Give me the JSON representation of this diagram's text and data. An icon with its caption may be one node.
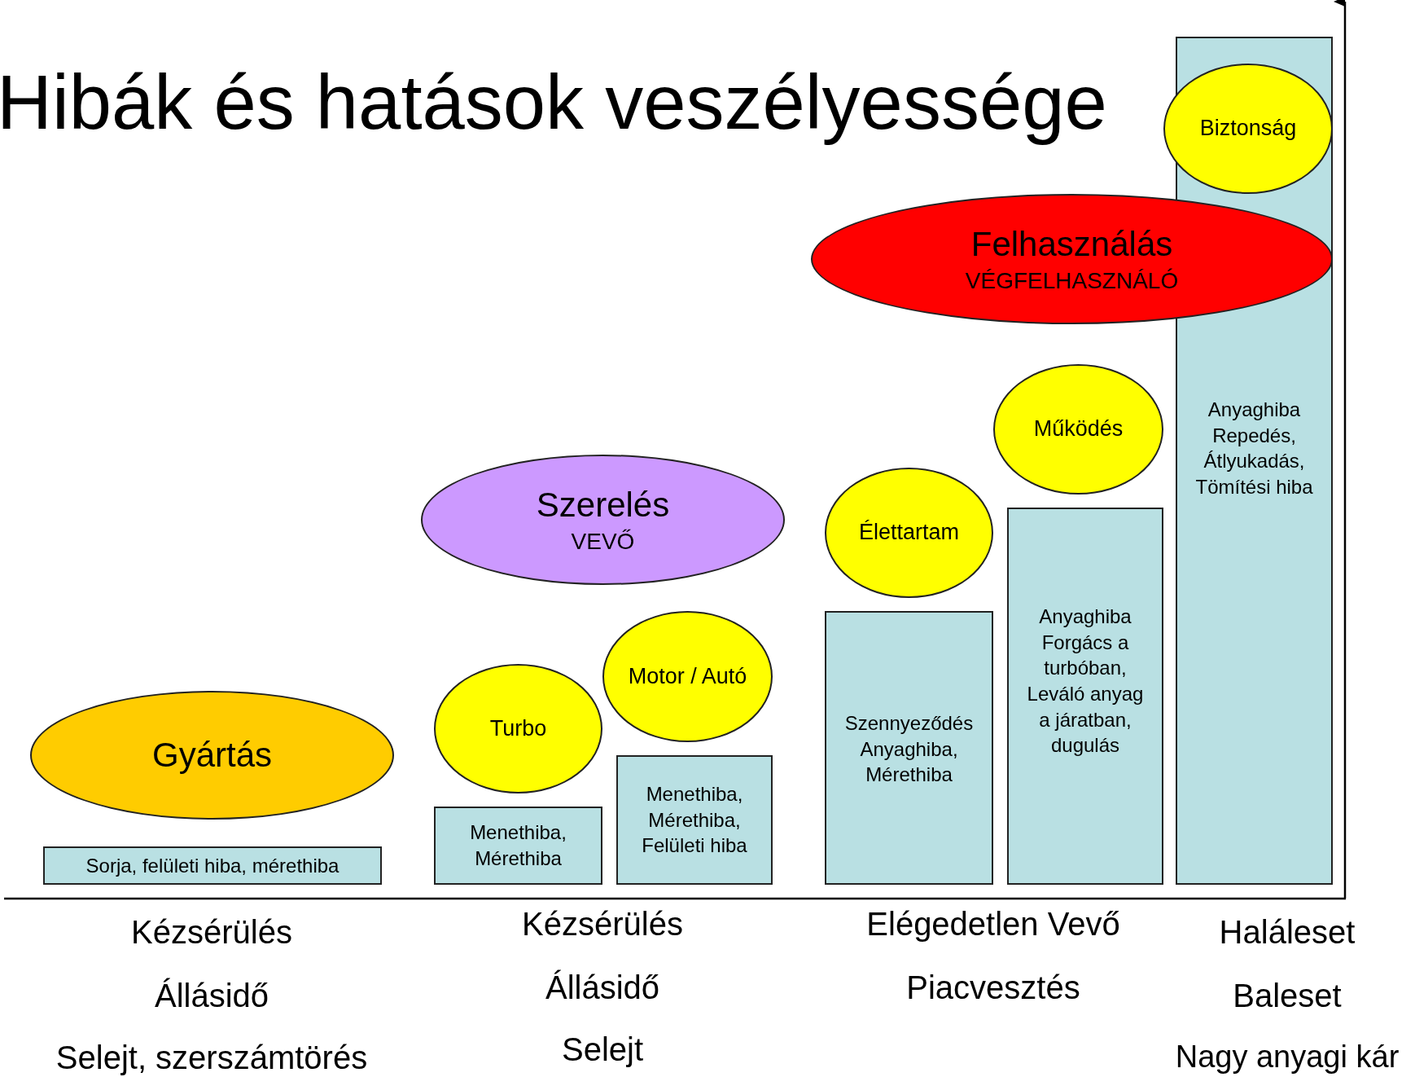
{
  "diagram": {
    "title": "Hibák és hatások veszélyessége",
    "nodes": [
      {
        "text": [
          "Anyaghiba Repedés, Átlyukadás, Tömítési hiba"
        ]
      },
      {
        "text": [
          "Biztonság"
        ]
      },
      {
        "text": [
          "Felhasználás",
          "VÉGFELHASZNÁLÓ"
        ]
      },
      {
        "text": [
          "Működés"
        ]
      },
      {
        "text": [
          "Szerelés",
          "VEVŐ"
        ]
      },
      {
        "text": [
          "Élettartam"
        ]
      },
      {
        "text": [
          "Anyaghiba Forgács a turbóban, Leváló anyag a járatban, dugulás"
        ]
      },
      {
        "text": [
          "Motor / Autó"
        ]
      },
      {
        "text": [
          "Szennyeződés Anyaghiba, Mérethiba"
        ]
      },
      {
        "text": [
          "Turbo"
        ]
      },
      {
        "text": [
          "Gyártás"
        ]
      },
      {
        "text": [
          "Menethiba, Mérethiba, Felületi hiba"
        ]
      },
      {
        "text": [
          "Menethiba, Mérethiba"
        ]
      },
      {
        "text": [
          "Sorja, felületi hiba, mérethiba"
        ]
      }
    ],
    "labels": [
      "Kézsérülés",
      "Kézsérülés",
      "Elégedetlen Vevő",
      "Haláleset",
      "Állásidő",
      "Állásidő",
      "Piacvesztés",
      "Baleset",
      "Selejt, szerszámtörés",
      "Selejt",
      "Nagy anyagi kár"
    ]
  }
}
